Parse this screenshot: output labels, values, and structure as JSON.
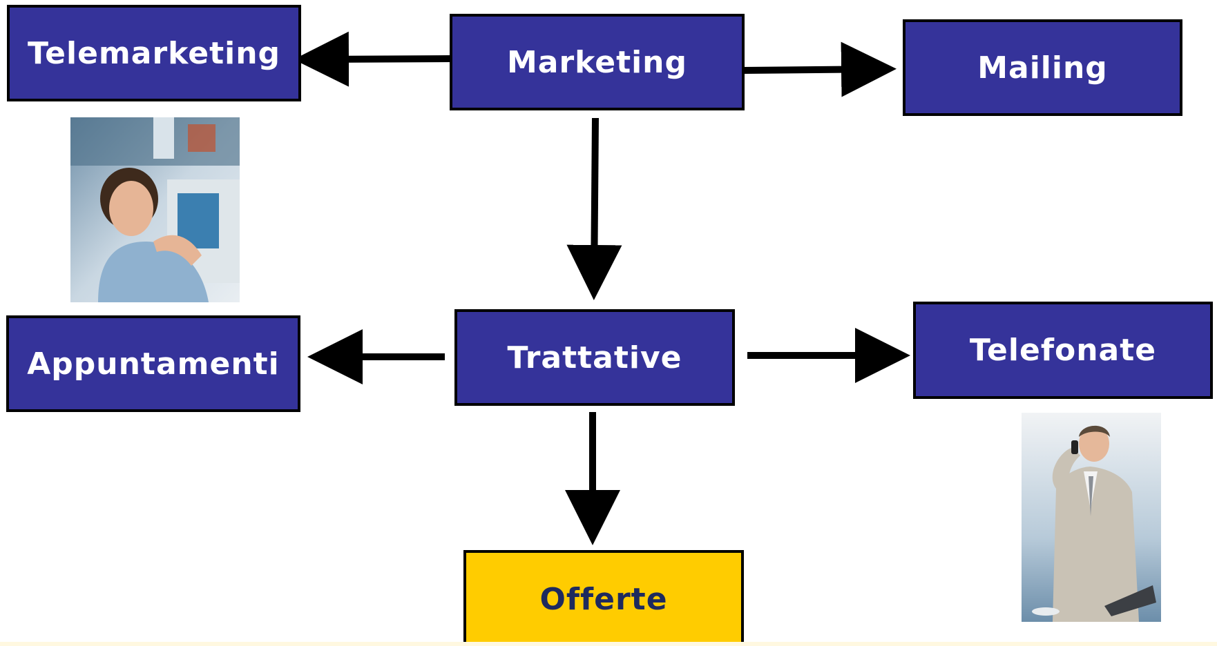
{
  "nodes": {
    "marketing": "Marketing",
    "telemarketing": "Telemarketing",
    "mailing": "Mailing",
    "trattative": "Trattative",
    "appuntamenti": "Appuntamenti",
    "telefonate": "Telefonate",
    "offerte": "Offerte"
  },
  "edges": [
    {
      "from": "marketing",
      "to": "telemarketing"
    },
    {
      "from": "marketing",
      "to": "mailing"
    },
    {
      "from": "marketing",
      "to": "trattative"
    },
    {
      "from": "trattative",
      "to": "appuntamenti"
    },
    {
      "from": "trattative",
      "to": "telefonate"
    },
    {
      "from": "trattative",
      "to": "offerte"
    }
  ],
  "images": [
    {
      "name": "woman-at-office-photo",
      "near": "telemarketing"
    },
    {
      "name": "businessman-on-phone-photo",
      "near": "telefonate"
    }
  ],
  "colors": {
    "box_fill": "#35339a",
    "box_text": "#ffffff",
    "final_fill": "#ffcc00",
    "final_text": "#1e2a5e",
    "arrow": "#000000"
  }
}
